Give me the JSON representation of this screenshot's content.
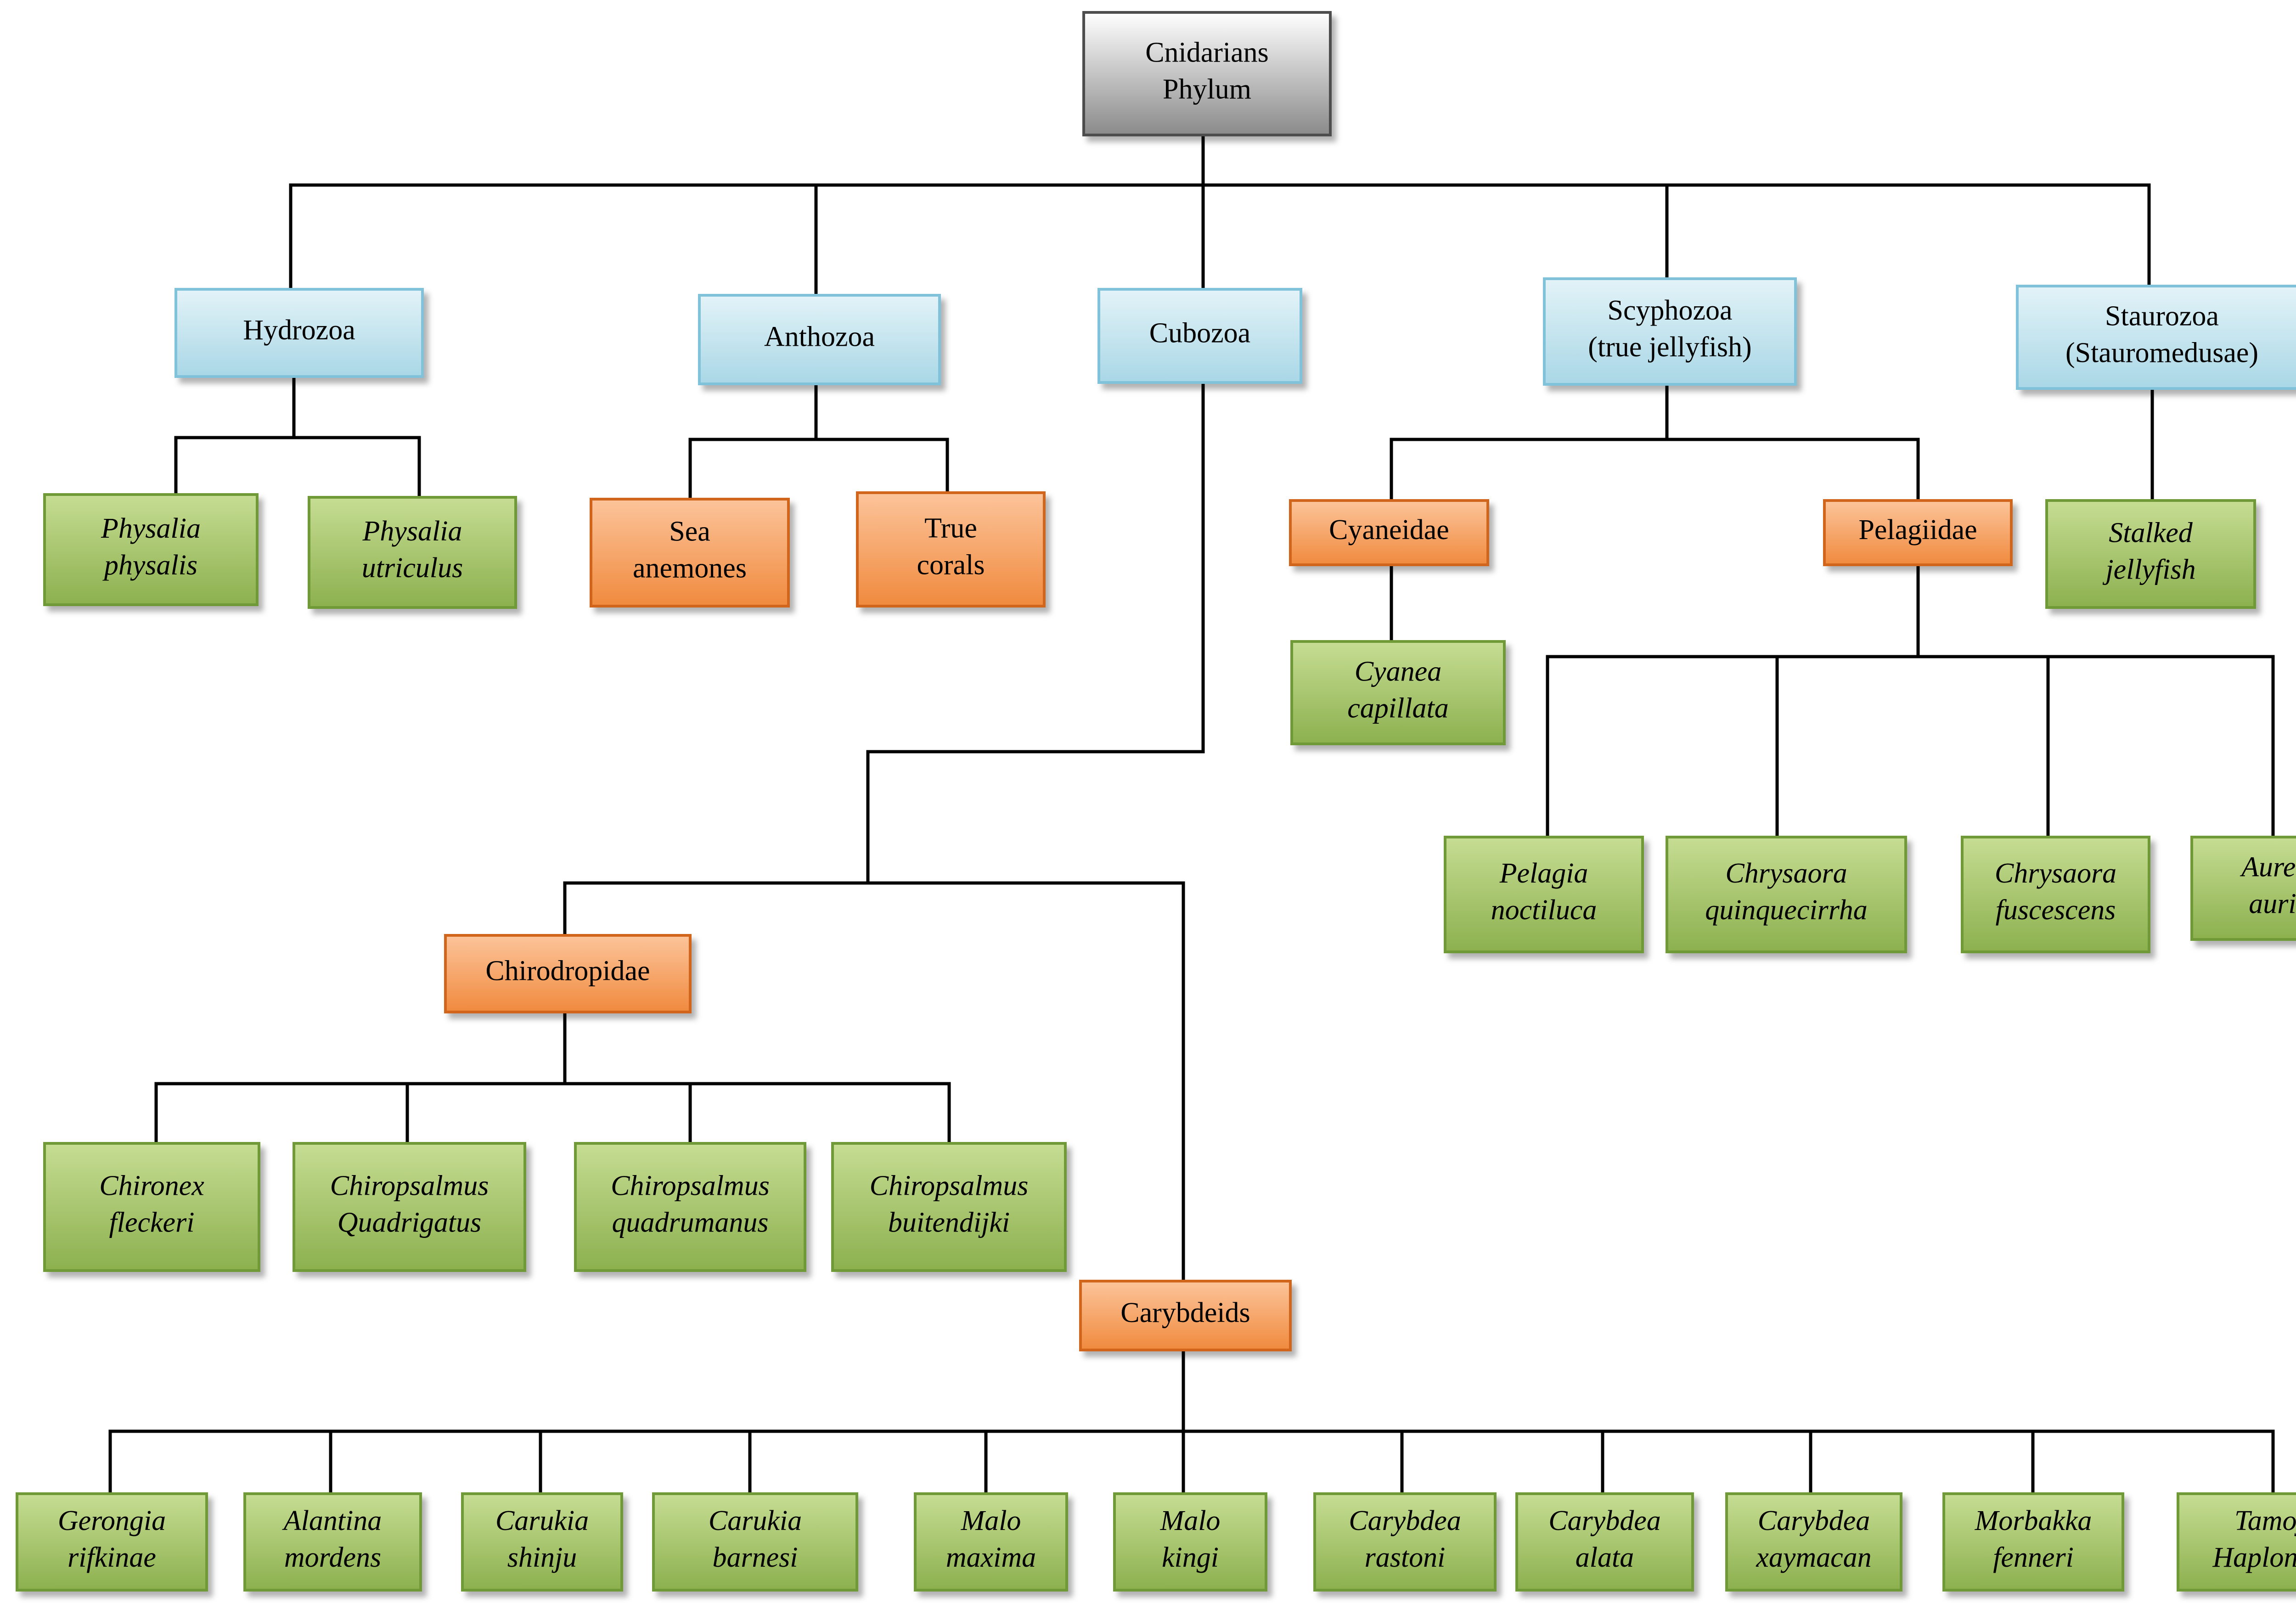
{
  "colors": {
    "root_fill_top": "#ffffff",
    "root_fill_bottom": "#8a8a8a",
    "root_border": "#4d4d4d",
    "class_fill_top": "#e3f3f8",
    "class_fill_bottom": "#a9d7e6",
    "class_border": "#7fc2da",
    "family_fill_top": "#fcc49a",
    "family_fill_bottom": "#f08a3e",
    "family_border": "#d2651c",
    "species_fill_top": "#c6dd93",
    "species_fill_bottom": "#8cb04e",
    "species_border": "#6f9a38",
    "connector": "#000000"
  },
  "root": {
    "lines": [
      "Cnidarians",
      "Phylum"
    ]
  },
  "classes": {
    "hydrozoa": {
      "lines": [
        "Hydrozoa"
      ]
    },
    "anthozoa": {
      "lines": [
        "Anthozoa"
      ]
    },
    "cubozoa": {
      "lines": [
        "Cubozoa"
      ]
    },
    "scyphozoa": {
      "lines": [
        "Scyphozoa",
        "(true jellyfish)"
      ]
    },
    "staurozoa": {
      "lines": [
        "Staurozoa",
        "(Stauromedusae)"
      ]
    }
  },
  "groups": {
    "sea_anemones": {
      "lines": [
        "Sea",
        "anemones"
      ]
    },
    "true_corals": {
      "lines": [
        "True",
        "corals"
      ]
    },
    "cyaneidae": {
      "lines": [
        "Cyaneidae"
      ]
    },
    "pelagiidae": {
      "lines": [
        "Pelagiidae"
      ]
    },
    "chirodropidae": {
      "lines": [
        "Chirodropidae"
      ]
    },
    "carybdeids": {
      "lines": [
        "Carybdeids"
      ]
    }
  },
  "species": {
    "physalia_physalis": {
      "lines": [
        "Physalia",
        "physalis"
      ]
    },
    "physalia_utriculus": {
      "lines": [
        "Physalia",
        "utriculus"
      ]
    },
    "stalked_jellyfish": {
      "lines": [
        "Stalked",
        "jellyfish"
      ]
    },
    "cyanea_capillata": {
      "lines": [
        "Cyanea",
        "capillata"
      ]
    },
    "pelagia_noctiluca": {
      "lines": [
        "Pelagia",
        "noctiluca"
      ]
    },
    "chrysaora_quinquecirrha": {
      "lines": [
        "Chrysaora",
        "quinquecirrha"
      ]
    },
    "chrysaora_fuscescens": {
      "lines": [
        "Chrysaora",
        "fuscescens"
      ]
    },
    "aurelia_aurita": {
      "lines": [
        "Aurelia",
        "aurita"
      ]
    },
    "chironex_fleckeri": {
      "lines": [
        "Chironex",
        "fleckeri"
      ]
    },
    "chiropsalmus_quadrigatus": {
      "lines": [
        "Chiropsalmus",
        "Quadrigatus"
      ]
    },
    "chiropsalmus_quadrumanus": {
      "lines": [
        "Chiropsalmus",
        "quadrumanus"
      ]
    },
    "chiropsalmus_buitendijki": {
      "lines": [
        "Chiropsalmus",
        "buitendijki"
      ]
    },
    "gerongia_rifkinae": {
      "lines": [
        "Gerongia",
        "rifkinae"
      ]
    },
    "alantina_mordens": {
      "lines": [
        "Alantina",
        "mordens"
      ]
    },
    "carukia_shinju": {
      "lines": [
        "Carukia",
        "shinju"
      ]
    },
    "carukia_barnesi": {
      "lines": [
        "Carukia",
        "barnesi"
      ]
    },
    "malo_maxima": {
      "lines": [
        "Malo",
        "maxima"
      ]
    },
    "malo_kingi": {
      "lines": [
        "Malo",
        "kingi"
      ]
    },
    "carybdea_rastoni": {
      "lines": [
        "Carybdea",
        "rastoni"
      ]
    },
    "carybdea_alata": {
      "lines": [
        "Carybdea",
        "alata"
      ]
    },
    "carybdea_xaymacan": {
      "lines": [
        "Carybdea",
        "xaymacan"
      ]
    },
    "morbakka_fenneri": {
      "lines": [
        "Morbakka",
        "fenneri"
      ]
    },
    "tamoya_haplonema": {
      "lines": [
        "Tamoya",
        "Haplonema"
      ]
    }
  }
}
